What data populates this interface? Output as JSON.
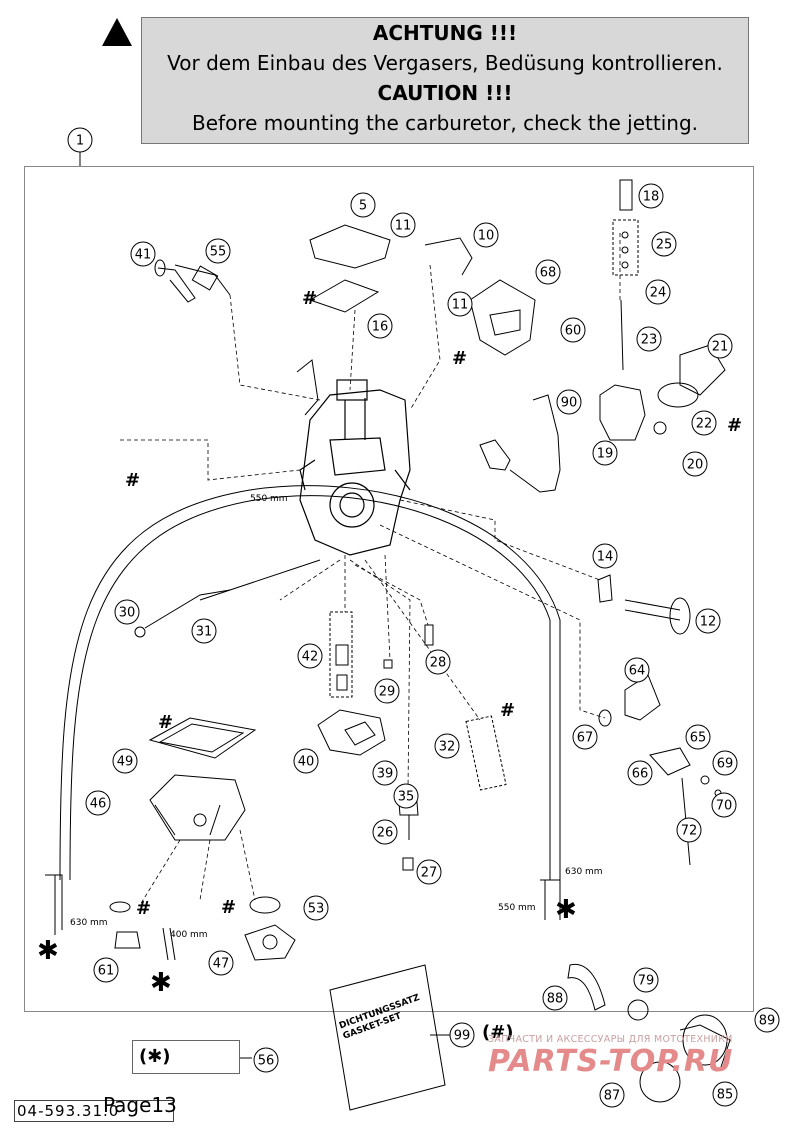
{
  "caution": {
    "line1": "ACHTUNG !!!",
    "line2": "Vor dem Einbau des Vergasers, Bedüsung kontrollieren.",
    "line3": "CAUTION !!!",
    "line4": "Before mounting the carburetor, check the jetting."
  },
  "main_callout": "1",
  "callouts": [
    "5",
    "11",
    "10",
    "18",
    "25",
    "41",
    "55",
    "68",
    "24",
    "11",
    "60",
    "16",
    "23",
    "21",
    "90",
    "22",
    "19",
    "20",
    "14",
    "12",
    "30",
    "31",
    "42",
    "28",
    "64",
    "29",
    "32",
    "67",
    "65",
    "49",
    "40",
    "69",
    "66",
    "39",
    "46",
    "35",
    "70",
    "26",
    "72",
    "27",
    "53",
    "47",
    "61",
    "88",
    "79",
    "89",
    "99",
    "56",
    "87",
    "85"
  ],
  "dimensions": {
    "d550_top": "550 mm",
    "d630_left": "630 mm",
    "d400": "400 mm",
    "d630_right": "630 mm",
    "d550_right": "550 mm"
  },
  "gasket": {
    "line1": "DICHTUNGSSATZ",
    "line2": "GASKET-SET"
  },
  "symbols": {
    "hash": "#",
    "star": "✱",
    "ref99_suffix": "(#)",
    "legend56_symbol": "(✱)"
  },
  "footer": {
    "code": "04-593.31.0",
    "page": "Page13"
  },
  "watermark": {
    "small": "ЗАПЧАСТИ И АКСЕССУАРЫ ДЛЯ МОТОТЕХНИКИ",
    "big": "PARTS-TOP.RU"
  }
}
